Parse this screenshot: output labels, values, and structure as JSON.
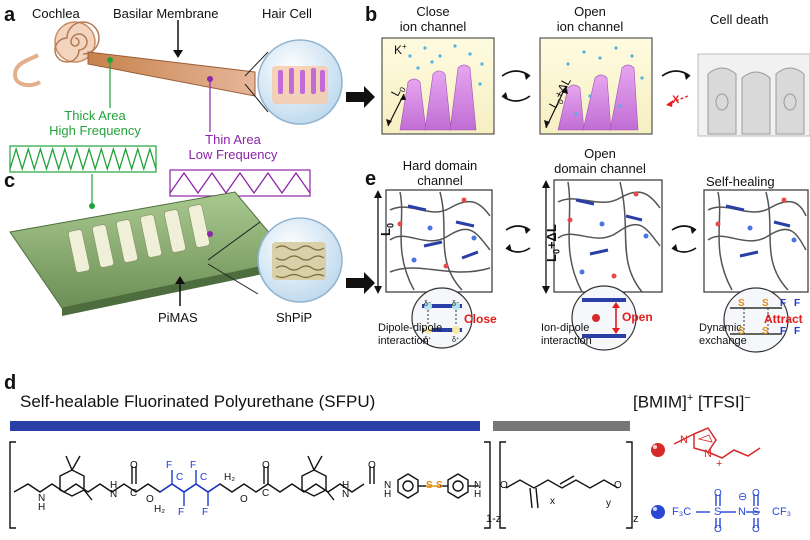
{
  "panel_labels": {
    "a": "a",
    "b": "b",
    "c": "c",
    "d": "d",
    "e": "e"
  },
  "panel_a": {
    "cochlea": "Cochlea",
    "basilar_membrane": "Basilar Membrane",
    "hair_cell": "Hair Cell",
    "thick_area": "Thick Area",
    "high_frequency": "High Frequency",
    "thin_area": "Thin Area",
    "low_frequency": "Low Frequency"
  },
  "panel_b": {
    "close_l1": "Close",
    "close_l2": "ion channel",
    "open_l1": "Open",
    "open_l2": "ion channel",
    "cell_death": "Cell death",
    "k_plus": "K",
    "k_sup": "+",
    "l0": "L",
    "l0_sub": "0",
    "l_delta": "L",
    "l_delta_sub": "0",
    "l_delta_rest": "+ΔL",
    "x_mark": "X"
  },
  "panel_c": {
    "pimas": "PiMAS",
    "shpip": "ShPiP"
  },
  "panel_e": {
    "hard_l1": "Hard domain",
    "hard_l2": "channel",
    "open_l1": "Open",
    "open_l2": "domain channel",
    "self_healing": "Self-healing",
    "l0": "L",
    "l0_sub": "0",
    "l_delta": "L",
    "l_delta_sub": "0",
    "l_delta_rest": "+ΔL",
    "dipole_l1": "Dipole-dipole",
    "dipole_l2": "interaction",
    "close": "Close",
    "ion_dipole_l1": "Ion-dipole",
    "ion_dipole_l2": "interaction",
    "open": "Open",
    "dynamic_l1": "Dynamic",
    "dynamic_l2": "exchange",
    "attract": "Attract",
    "s": "S",
    "f": "F",
    "delta_minus": "δ⁻",
    "delta_plus": "δ⁺"
  },
  "panel_d": {
    "title": "Self-healable Fluorinated Polyurethane (SFPU)",
    "ionic_l1": "[BMIM]",
    "ionic_sup1": "+",
    "ionic_l2": "[TFSI]",
    "ionic_sup2": "−",
    "sub_1z": "1-z",
    "sub_z": "z",
    "sub_x": "x",
    "sub_y": "y",
    "atoms": {
      "N": "N",
      "H": "H",
      "O": "O",
      "C": "C",
      "F": "F",
      "S": "S",
      "H2": "H₂",
      "CF3": "F₃C",
      "CF3r": "CF₃"
    },
    "plus": "+",
    "minus": "⊖"
  },
  "colors": {
    "green": "#22a33a",
    "purple": "#8e24aa",
    "blue_bar": "#2a3fa6",
    "gray_bar": "#777777",
    "red": "#e31d1d",
    "fluorine_blue": "#1a3ad0",
    "sulfur_orange": "#e38c11",
    "ion_red": "#d62a2a",
    "ion_blue": "#2a47d6"
  }
}
